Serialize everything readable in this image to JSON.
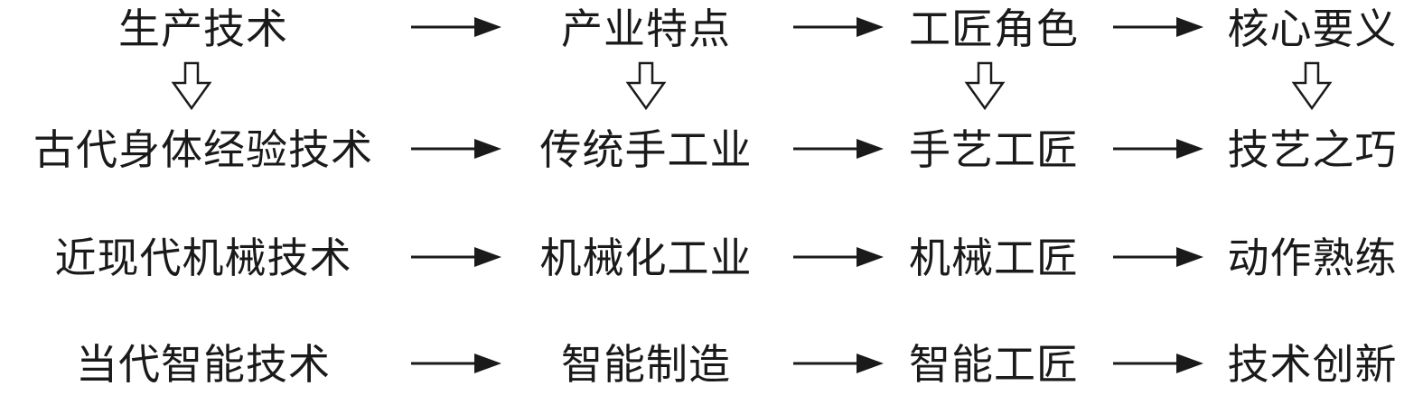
{
  "header": {
    "cells": [
      "生产技术",
      "产业特点",
      "工匠角色",
      "核心要义"
    ]
  },
  "rows": [
    {
      "cells": [
        "古代身体经验技术",
        "传统手工业",
        "手艺工匠",
        "技艺之巧"
      ]
    },
    {
      "cells": [
        "近现代机械技术",
        "机械化工业",
        "机械工匠",
        "动作熟练"
      ]
    },
    {
      "cells": [
        "当代智能技术",
        "智能制造",
        "智能工匠",
        "技术创新"
      ]
    }
  ],
  "colors": {
    "text": "#1a1a1a",
    "arrow": "#1a1a1a"
  },
  "icons": {
    "row_arrow": "right-arrow-icon",
    "column_arrow": "hollow-down-arrow-icon"
  }
}
